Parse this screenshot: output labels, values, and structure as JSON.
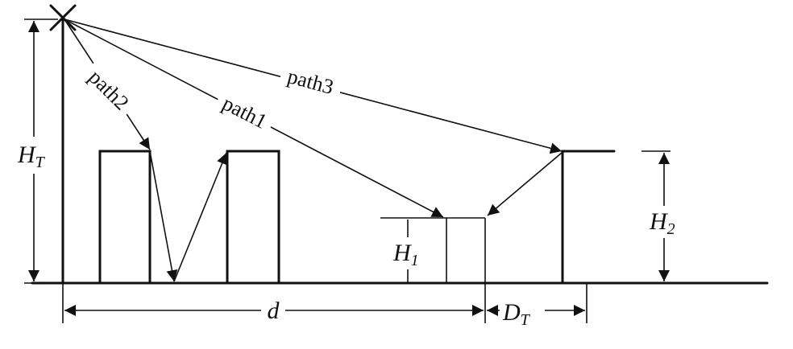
{
  "labels": {
    "path1": "path1",
    "path2": "path2",
    "path3": "path3",
    "ht_main": "H",
    "ht_sub": "T",
    "h1_main": "H",
    "h1_sub": "1",
    "h2_main": "H",
    "h2_sub": "2",
    "d": "d",
    "dt_main": "D",
    "dt_sub": "T"
  }
}
